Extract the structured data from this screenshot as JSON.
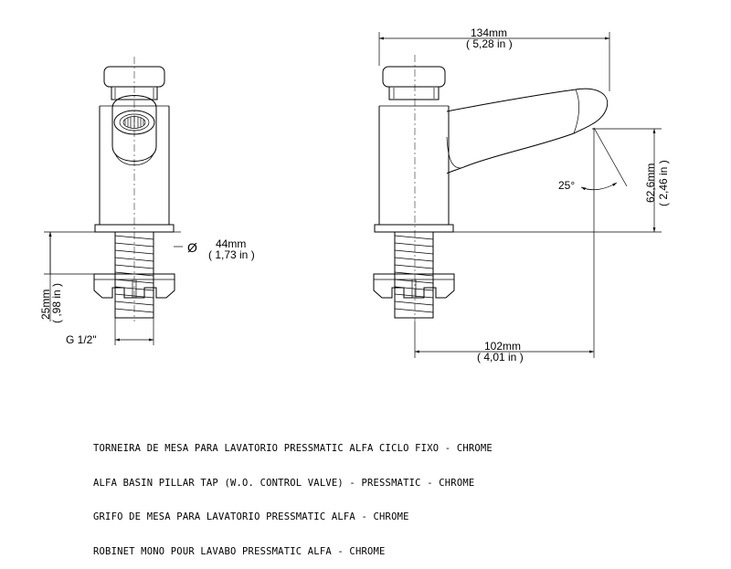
{
  "dimensions": {
    "overall_length": {
      "metric": "134mm",
      "imperial": "( 5,28 in )"
    },
    "spout_height": {
      "metric": "62,6mm",
      "imperial": "( 2,46 in )"
    },
    "angle": "25°",
    "diameter_symbol": "Ø",
    "base_diameter": {
      "metric": "44mm",
      "imperial": "( 1,73 in )"
    },
    "thread_length": {
      "metric": "25mm",
      "imperial": "( ,98 in )"
    },
    "thread": "G 1/2\"",
    "spout_reach": {
      "metric": "102mm",
      "imperial": "( 4,01 in )"
    }
  },
  "description": [
    "TORNEIRA DE MESA PARA LAVATORIO PRESSMATIC ALFA CICLO FIXO - CHROME",
    "ALFA BASIN PILLAR TAP (W.O. CONTROL VALVE) - PRESSMATIC - CHROME",
    "GRIFO DE MESA PARA LAVATORIO PRESSMATIC ALFA - CHROME",
    "ROBINET MONO POUR LAVABO PRESSMATIC ALFA - CHROME"
  ]
}
